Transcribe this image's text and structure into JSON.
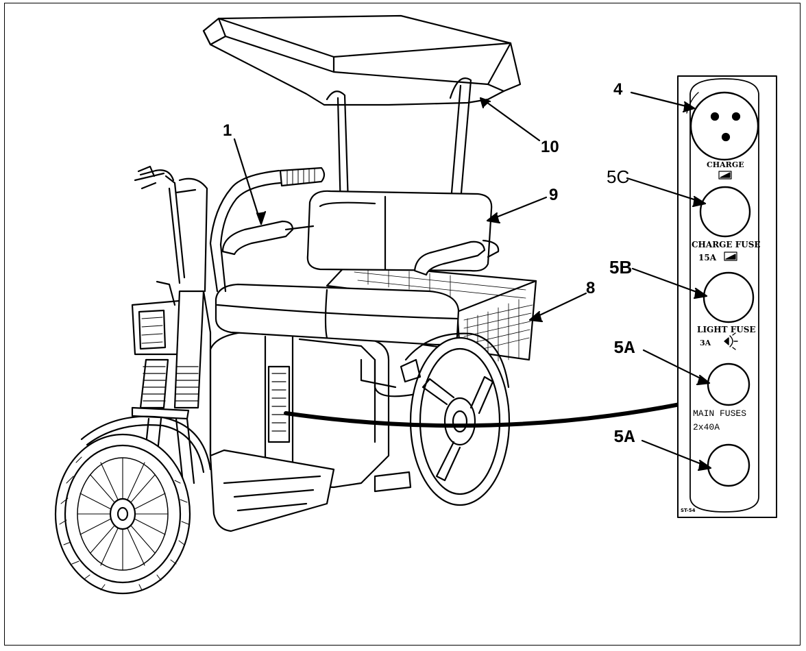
{
  "callouts": {
    "c1": "1",
    "c10": "10",
    "c9": "9",
    "c8": "8",
    "c4": "4",
    "c5c": "5C",
    "c5b": "5B",
    "c5a_1": "5A",
    "c5a_2": "5A"
  },
  "panel": {
    "charge_label": "CHARGE",
    "charge_fuse_label": "CHARGE FUSE",
    "charge_fuse_rating": "15A",
    "light_fuse_label": "LIGHT FUSE",
    "light_fuse_rating": "3A",
    "main_fuses_label": "MAIN FUSES",
    "main_fuses_rating": "2x40A",
    "panel_code": "ST-54"
  }
}
